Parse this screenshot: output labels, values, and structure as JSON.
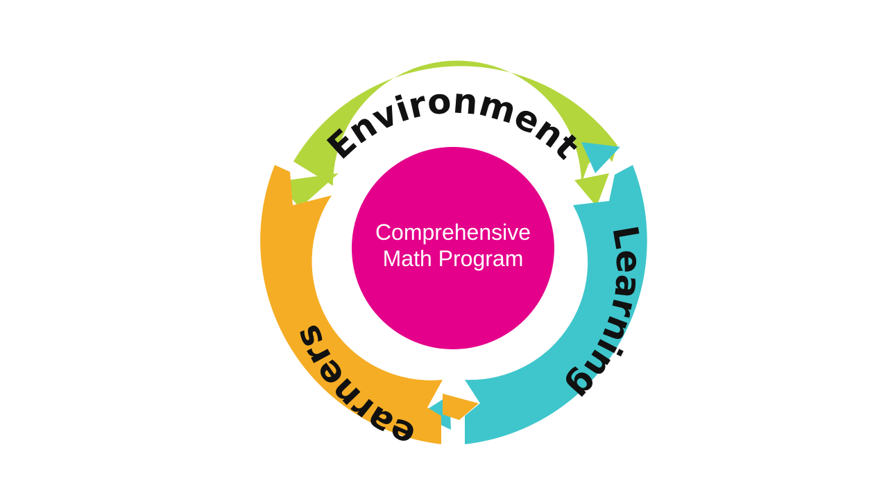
{
  "diagram": {
    "center": {
      "lines": [
        "Comprehensive",
        "Math Program"
      ],
      "color": "#e4008a"
    },
    "segments": [
      {
        "label": "Environment",
        "color": "#b3d63d"
      },
      {
        "label": "Learning",
        "color": "#3fc6cc"
      },
      {
        "label": "earners",
        "color": "#f5ad25"
      }
    ]
  }
}
